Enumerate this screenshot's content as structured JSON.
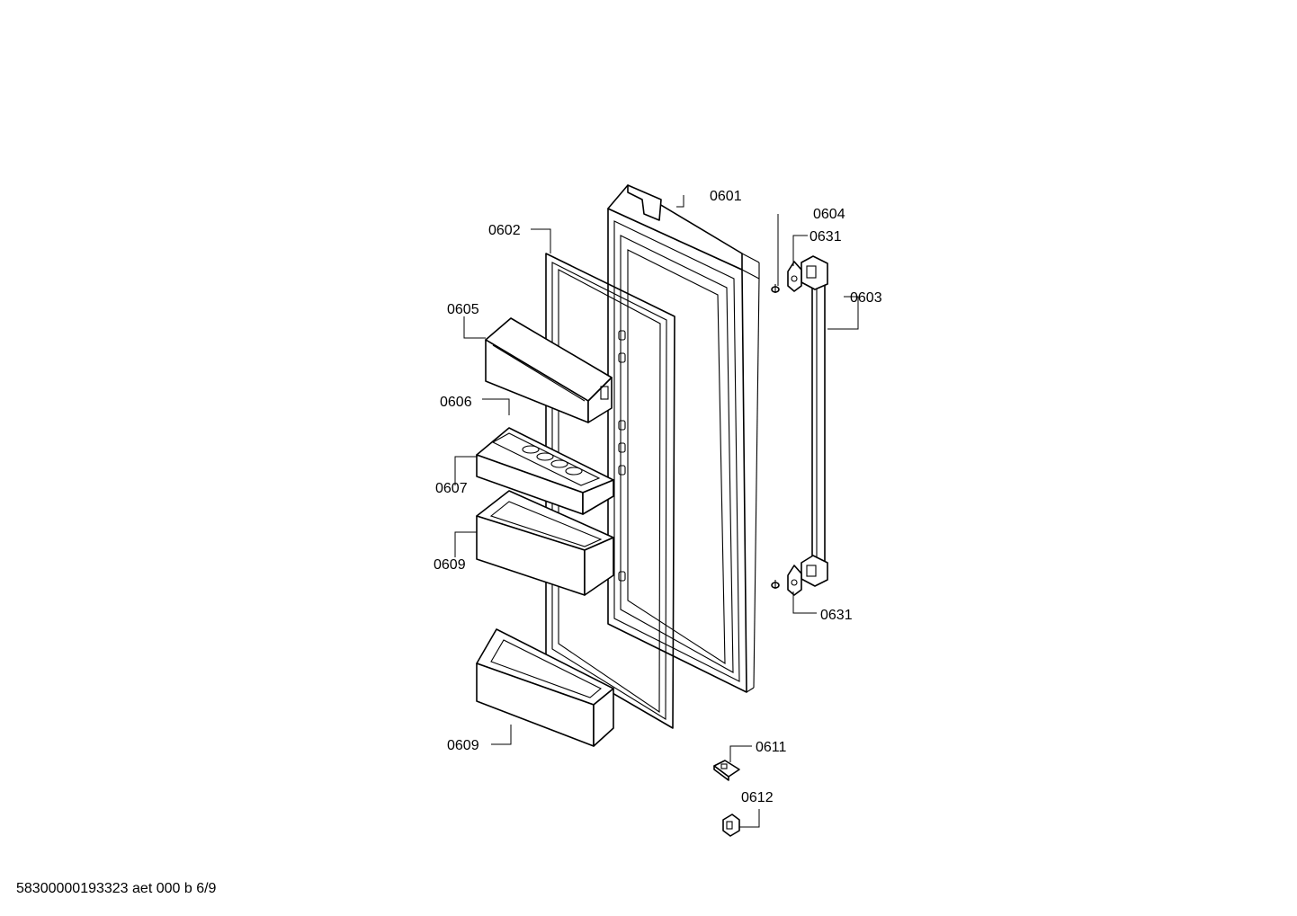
{
  "callouts": {
    "c0601": "0601",
    "c0602": "0602",
    "c0603": "0603",
    "c0604": "0604",
    "c0605": "0605",
    "c0606": "0606",
    "c0607": "0607",
    "c0609a": "0609",
    "c0609b": "0609",
    "c0611": "0611",
    "c0612": "0612",
    "c0631a": "0631",
    "c0631b": "0631"
  },
  "footer": {
    "reference": "58300000193323 aet 000 b 6/9"
  },
  "colors": {
    "line": "#000000",
    "background": "#ffffff"
  }
}
